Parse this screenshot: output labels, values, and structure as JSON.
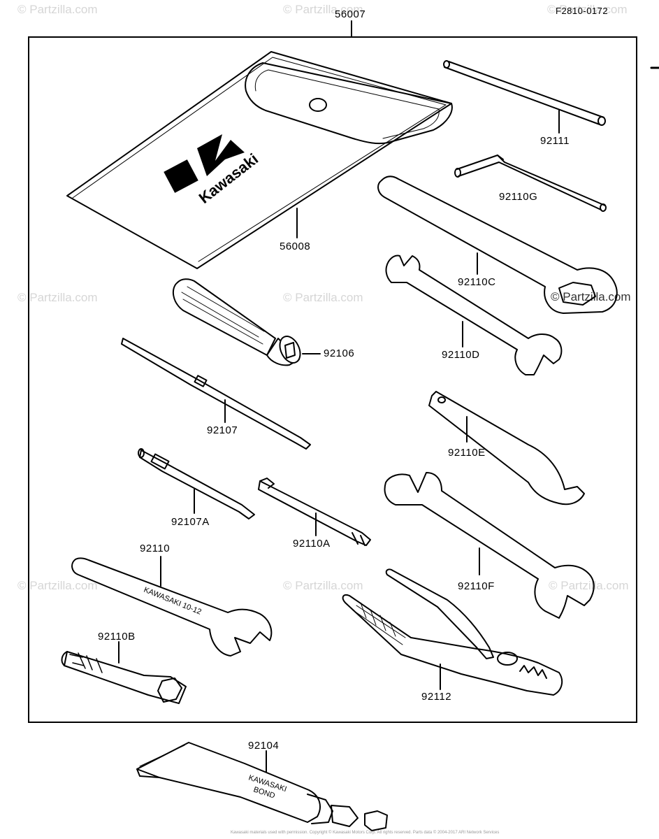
{
  "diagram_id": "F2810-0172",
  "watermark": "© Partzilla.com",
  "kit_part": "56007",
  "parts": {
    "p56008": "56008",
    "p92111": "92111",
    "p92110G": "92110G",
    "p92110C": "92110C",
    "p92106": "92106",
    "p92110D": "92110D",
    "p92107": "92107",
    "p92110E": "92110E",
    "p92107A": "92107A",
    "p92110A": "92110A",
    "p92110": "92110",
    "p92110F": "92110F",
    "p92110B": "92110B",
    "p92112": "92112",
    "p92104": "92104"
  },
  "pouch_brand": "Kawasaki",
  "tube_text_1": "KAWASAKI",
  "tube_text_2": "BOND",
  "wrench_marking": "KAWASAKI 10-12",
  "footer_text": "Kawasaki materials used with permission. Copyright © Kawasaki Motors Corp. All rights reserved. Parts data © 2004-2017 ARI Network Services"
}
